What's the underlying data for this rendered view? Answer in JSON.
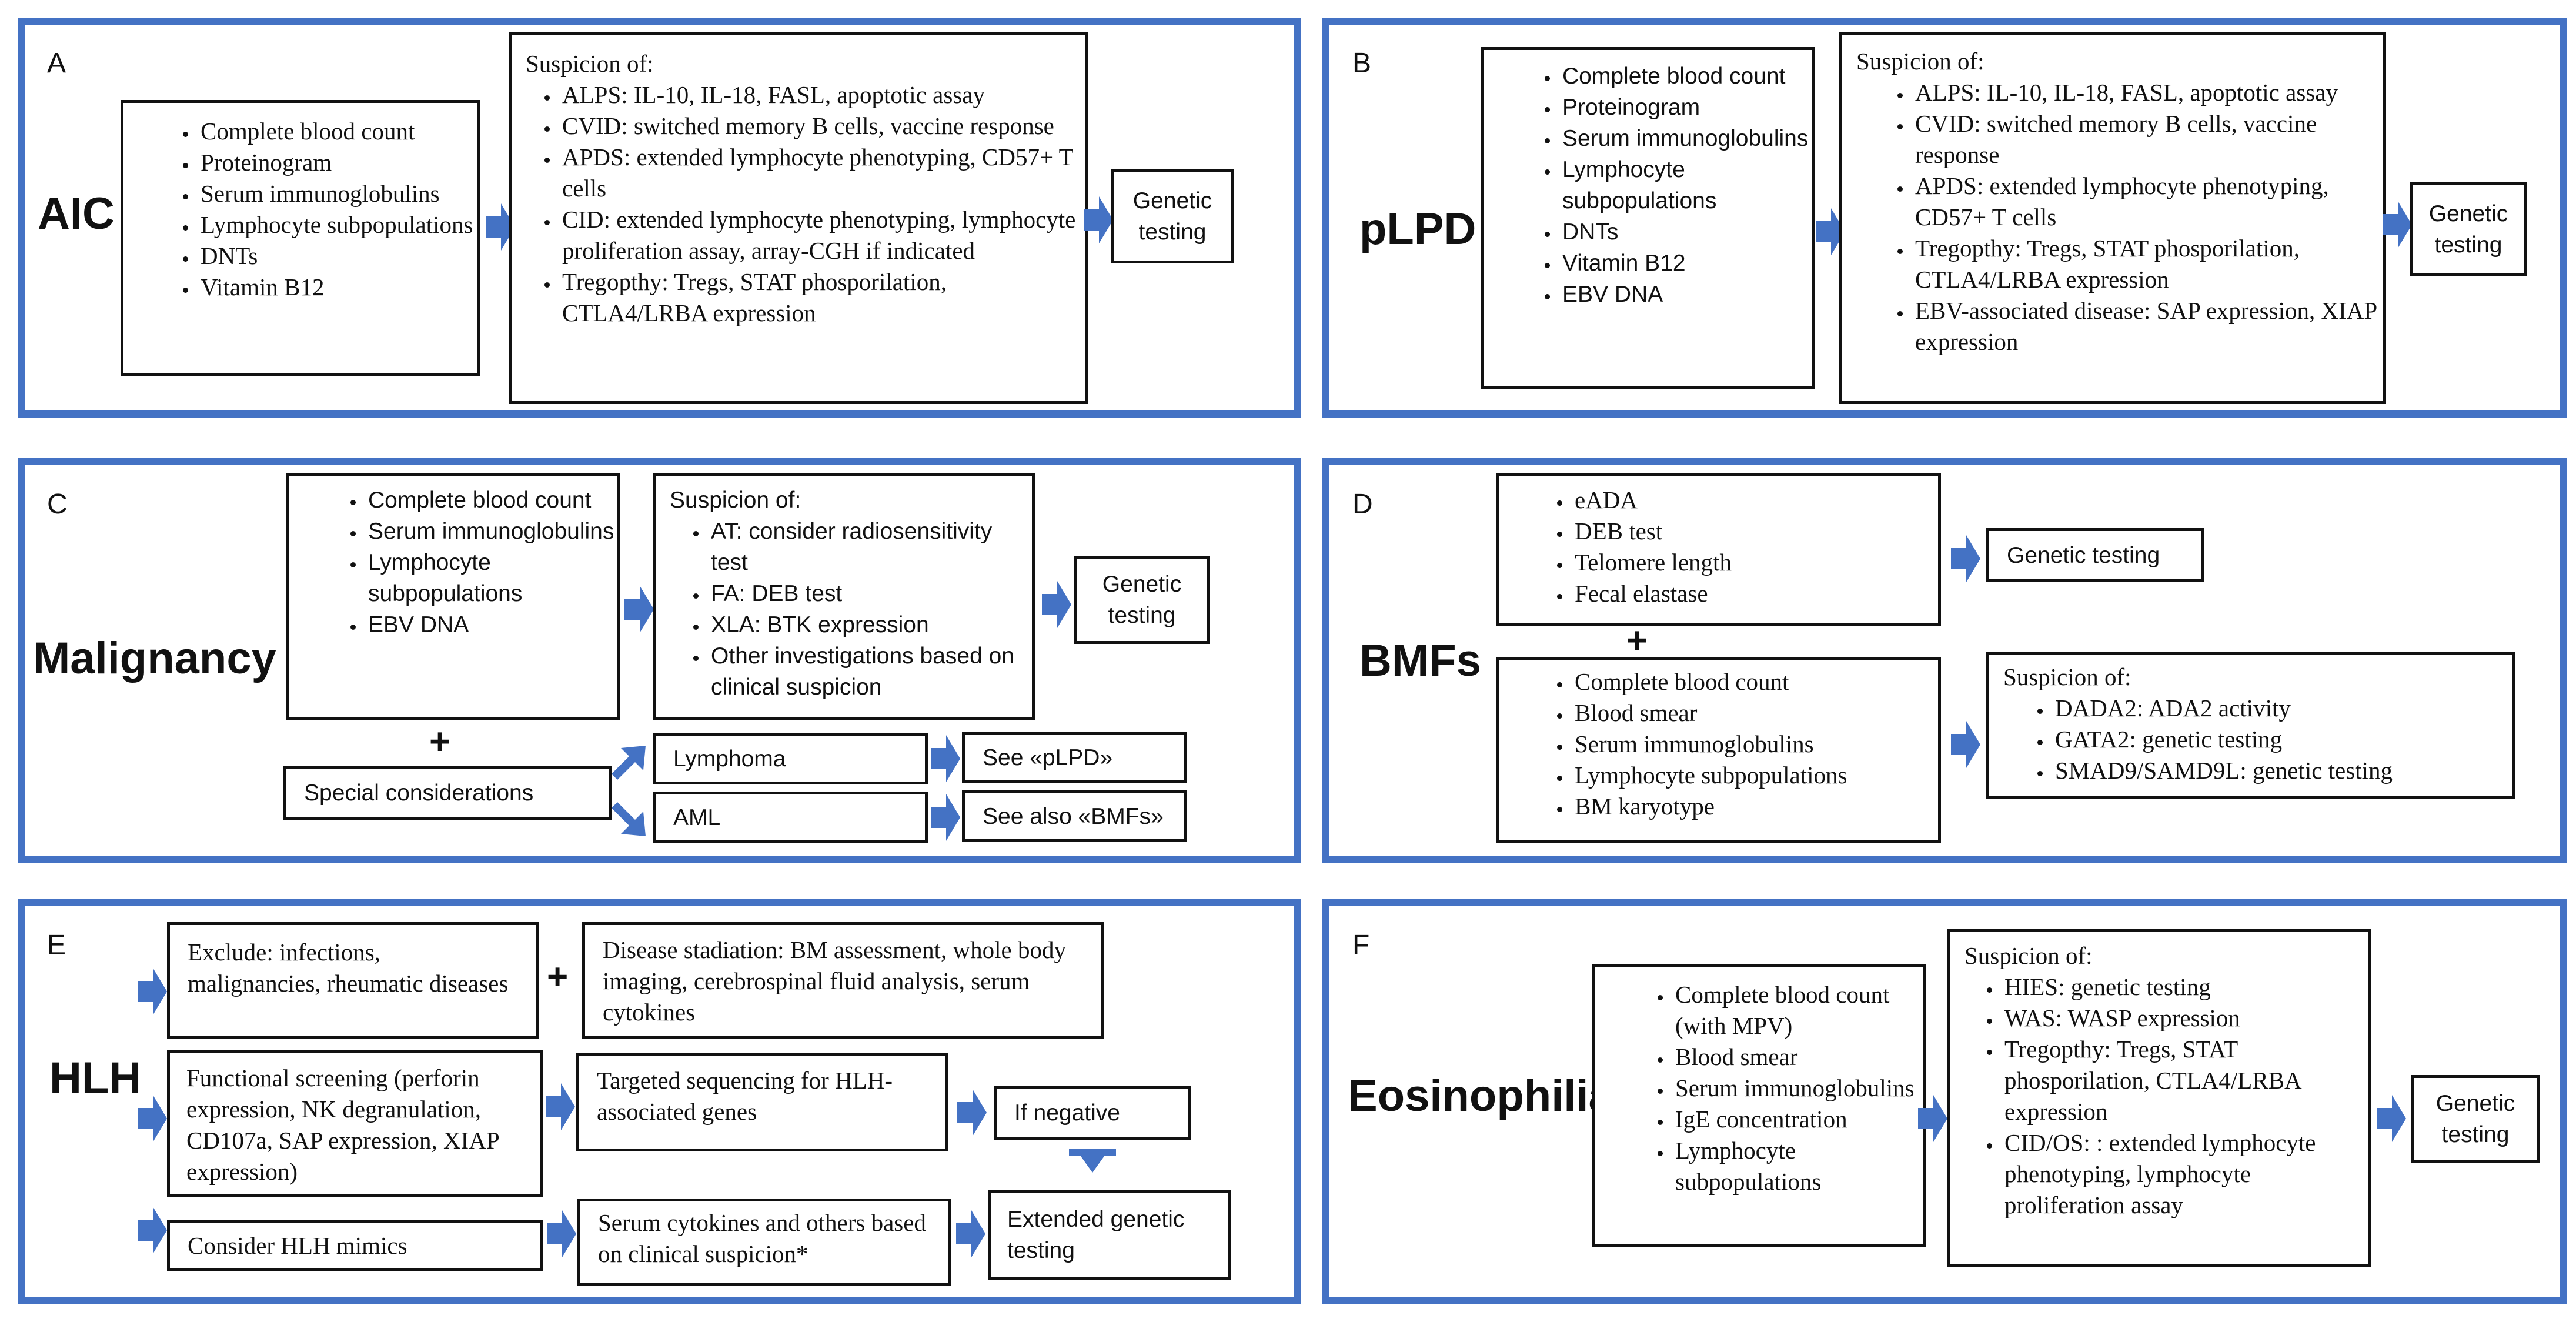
{
  "panelA": {
    "letter": "A",
    "title": "AIC",
    "tests": [
      "Complete blood count",
      "Proteinogram",
      "Serum immunoglobulins",
      "Lymphocyte subpopulations",
      "DNTs",
      "Vitamin B12"
    ],
    "suspicion_title": "Suspicion of:",
    "suspicion": [
      "ALPS: IL-10, IL-18, FASL, apoptotic assay",
      "CVID: switched memory B cells, vaccine response",
      "APDS: extended lymphocyte phenotyping, CD57+ T cells",
      "CID: extended lymphocyte phenotyping, lymphocyte proliferation assay, array-CGH if indicated",
      "Tregopthy: Tregs, STAT phosporilation, CTLA4/LRBA expression"
    ],
    "result": "Genetic testing"
  },
  "panelB": {
    "letter": "B",
    "title": "pLPD",
    "tests": [
      "Complete blood count",
      "Proteinogram",
      "Serum immunoglobulins",
      "Lymphocyte subpopulations",
      "DNTs",
      "Vitamin B12",
      "EBV DNA"
    ],
    "suspicion_title": "Suspicion of:",
    "suspicion": [
      "ALPS: IL-10, IL-18, FASL, apoptotic assay",
      "CVID: switched memory B cells, vaccine response",
      "APDS: extended lymphocyte phenotyping, CD57+ T cells",
      "Tregopthy: Tregs, STAT phosporilation, CTLA4/LRBA expression",
      "EBV-associated disease: SAP expression, XIAP expression"
    ],
    "result": "Genetic testing"
  },
  "panelC": {
    "letter": "C",
    "title": "Malignancy",
    "tests": [
      "Complete blood count",
      "Serum immunoglobulins",
      "Lymphocyte subpopulations",
      "EBV DNA"
    ],
    "suspicion_title": "Suspicion of:",
    "suspicion": [
      "AT: consider radiosensitivity test",
      "FA: DEB test",
      "XLA: BTK expression",
      "Other investigations based on clinical suspicion"
    ],
    "result": "Genetic testing",
    "plus": "+",
    "special": "Special considerations",
    "lymphoma": "Lymphoma",
    "aml": "AML",
    "see_plpd": "See «pLPD»",
    "see_bmfs": "See also «BMFs»"
  },
  "panelD": {
    "letter": "D",
    "title": "BMFs",
    "tests_top": [
      "eADA",
      "DEB test",
      "Telomere length",
      "Fecal elastase"
    ],
    "plus": "+",
    "tests_bottom": [
      "Complete blood count",
      "Blood smear",
      "Serum immunoglobulins",
      "Lymphocyte subpopulations",
      "BM karyotype"
    ],
    "result_top": "Genetic testing",
    "suspicion_title": "Suspicion of:",
    "suspicion": [
      "DADA2: ADA2 activity",
      "GATA2: genetic testing",
      "SMAD9/SAMD9L: genetic testing"
    ]
  },
  "panelE": {
    "letter": "E",
    "title": "HLH",
    "exclude": "Exclude: infections, malignancies, rheumatic diseases",
    "plus": "+",
    "stadiation": "Disease stadiation: BM assessment, whole body imaging, cerebrospinal fluid  analysis, serum cytokines",
    "functional": "Functional screening (perforin expression, NK degranulation, CD107a,  SAP expression, XIAP expression)",
    "targeted": "Targeted sequencing for HLH-associated genes",
    "if_negative": "If negative",
    "mimics": "Consider HLH mimics",
    "cytokines": "Serum cytokines and others based on clinical suspicion*",
    "extended": "Extended genetic testing"
  },
  "panelF": {
    "letter": "F",
    "title": "Eosinophilia",
    "tests": [
      "Complete blood count (with MPV)",
      "Blood smear",
      "Serum immunoglobulins",
      "IgE concentration",
      "Lymphocyte subpopulations"
    ],
    "suspicion_title": "Suspicion of:",
    "suspicion": [
      "HIES: genetic testing",
      "WAS: WASP expression",
      "Tregopthy: Tregs, STAT phosporilation, CTLA4/LRBA expression",
      "CID/OS: : extended lymphocyte phenotyping, lymphocyte proliferation assay"
    ],
    "result": "Genetic testing"
  },
  "colors": {
    "panel_border": "#4472C4",
    "arrow": "#4472C4",
    "box_border": "#111111"
  },
  "icons": {
    "arrow": "block-right-arrow",
    "down_arrow": "block-down-arrow"
  }
}
